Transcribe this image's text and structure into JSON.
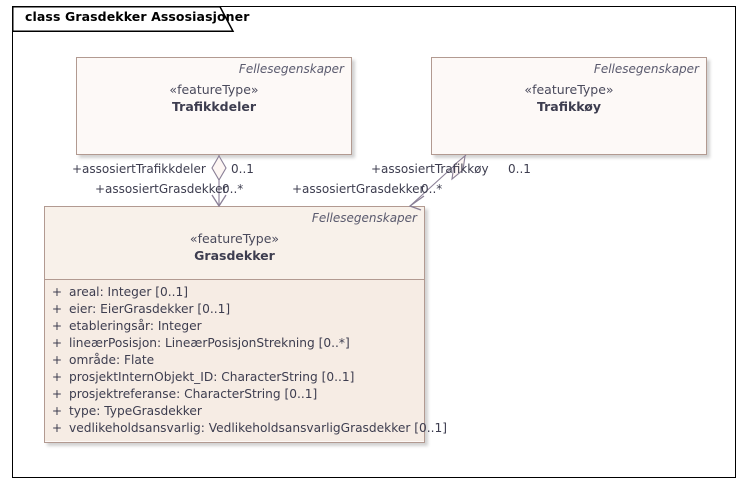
{
  "diagram": {
    "title": "class Grasdekker Assosiasjoner",
    "frame_border_color": "#000000",
    "class_border_color": "#b29a91",
    "class_fill_color": "#fdf9f7",
    "attribute_fill_color": "#f6ece4",
    "connector_color": "#8a7f96",
    "text_color": "#3d3d4f"
  },
  "classes": [
    {
      "id": "trafikkdeler",
      "package": "Fellesegenskaper",
      "stereotype": "«featureType»",
      "name": "Trafikkdeler",
      "attributes": []
    },
    {
      "id": "trafikkoy",
      "package": "Fellesegenskaper",
      "stereotype": "«featureType»",
      "name": "Trafikkøy",
      "attributes": []
    },
    {
      "id": "grasdekker",
      "package": "Fellesegenskaper",
      "stereotype": "«featureType»",
      "name": "Grasdekker",
      "attributes": [
        {
          "visibility": "+",
          "text": "areal: Integer [0..1]"
        },
        {
          "visibility": "+",
          "text": "eier: EierGrasdekker [0..1]"
        },
        {
          "visibility": "+",
          "text": "etableringsår: Integer"
        },
        {
          "visibility": "+",
          "text": "lineærPosisjon: LineærPosisjonStrekning [0..*]"
        },
        {
          "visibility": "+",
          "text": "område: Flate"
        },
        {
          "visibility": "+",
          "text": "prosjektInternObjekt_ID: CharacterString [0..1]"
        },
        {
          "visibility": "+",
          "text": "prosjektreferanse: CharacterString [0..1]"
        },
        {
          "visibility": "+",
          "text": "type: TypeGrasdekker"
        },
        {
          "visibility": "+",
          "text": "vedlikeholdsansvarlig: VedlikeholdsansvarligGrasdekker [0..1]"
        }
      ]
    }
  ],
  "associations": [
    {
      "id": "trafikkdeler-grasdekker",
      "source_role": "+assosiertTrafikkdeler",
      "source_multiplicity": "0..1",
      "target_role": "+assosiertGrasdekker",
      "target_multiplicity": "0..*"
    },
    {
      "id": "trafikkoy-grasdekker",
      "source_role": "+assosiertTrafikkøy",
      "source_multiplicity": "0..1",
      "target_role": "+assosiertGrasdekker",
      "target_multiplicity": "0..*"
    }
  ]
}
